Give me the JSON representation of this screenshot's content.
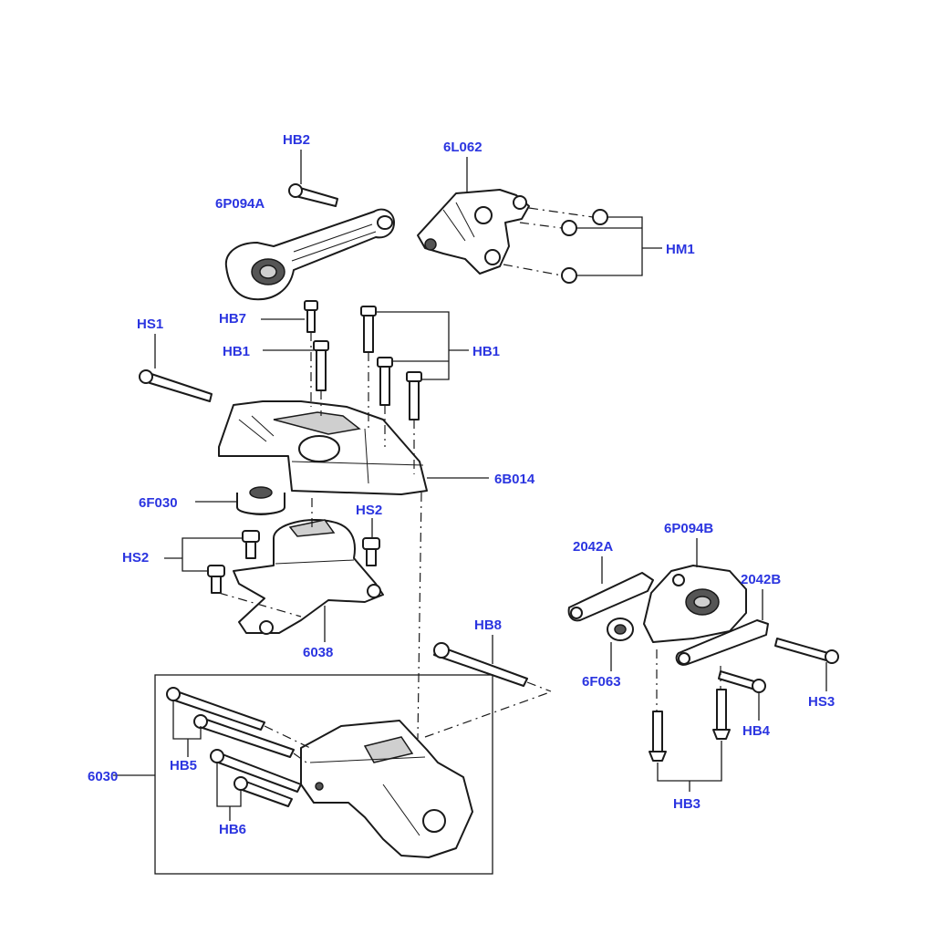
{
  "labels": {
    "hb2": "HB2",
    "l6l062": "6L062",
    "l6p094a": "6P094A",
    "hm1": "HM1",
    "hb7": "HB7",
    "hs1": "HS1",
    "hb1_left": "HB1",
    "hb1_right": "HB1",
    "l6b014": "6B014",
    "l6f030": "6F030",
    "hs2_right": "HS2",
    "hs2_left": "HS2",
    "l6038": "6038",
    "hb8": "HB8",
    "l6p094b": "6P094B",
    "l2042a": "2042A",
    "l2042b": "2042B",
    "l6f063": "6F063",
    "hs3": "HS3",
    "hb4": "HB4",
    "hb3": "HB3",
    "l6030": "6030",
    "hb5": "HB5",
    "hb6": "HB6"
  }
}
